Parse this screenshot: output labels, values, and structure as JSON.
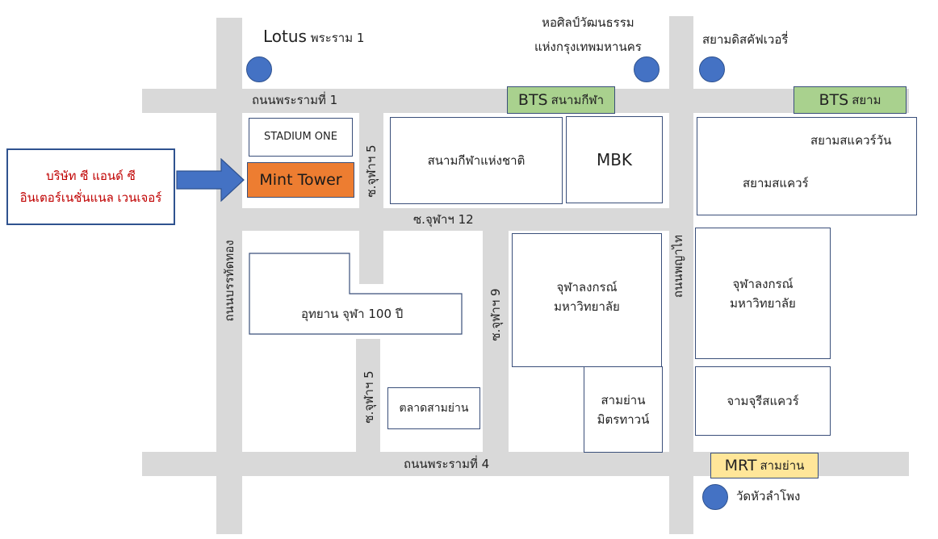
{
  "roads": {
    "rama1": "ถนนพระรามที่ 1",
    "rama4": "ถนนพระรามที่ 4",
    "soi12": "ซ.จุฬาฯ 12",
    "soi5_top": "ซ.จุฬาฯ 5",
    "soi5_bottom": "ซ.จุฬาฯ 5",
    "soi9": "ซ.จุฬาฯ 9",
    "banthat": "ถนนบรรทัดทอง",
    "phayathai": "ถนนพญาไท"
  },
  "landmarks": {
    "lotus_big": "Lotus",
    "lotus_small": "พระราม 1",
    "art_center_line1": "หอศิลป์วัฒนธรรม",
    "art_center_line2": "แห่งกรุงเทพมหานคร",
    "siam_discovery": "สยามดิสคัฟเวอรี่",
    "wat_hua_lamphong": "วัดหัวลำโพง"
  },
  "stations": {
    "bts_stadium": {
      "big": "BTS",
      "small": "สนามกีฬา",
      "color": "#a9d18e"
    },
    "bts_siam": {
      "big": "BTS",
      "small": "สยาม",
      "color": "#a9d18e"
    },
    "mrt_samyan": {
      "big": "MRT",
      "small": "สามย่าน",
      "color": "#ffe699"
    }
  },
  "buildings": {
    "stadium_one": "STADIUM ONE",
    "mint_tower": "Mint Tower",
    "national_stadium": "สนามกีฬาแห่งชาติ",
    "mbk": "MBK",
    "siam_square_one": "สยามสแควร์วัน",
    "siam_square": "สยามสแควร์",
    "centenary_park": "อุทยาน จุฬา 100 ปี",
    "chula_mid_line1": "จุฬาลงกรณ์",
    "chula_mid_line2": "มหาวิทยาลัย",
    "chula_right_line1": "จุฬาลงกรณ์",
    "chula_right_line2": "มหาวิทยาลัย",
    "samyan_market": "ตลาดสามย่าน",
    "samyan_mitrtown_line1": "สามย่าน",
    "samyan_mitrtown_line2": "มิตรทาวน์",
    "chamchuri_square": "จามจุรีสแควร์"
  },
  "callout": {
    "line1": "บริษัท ซี แอนด์ ซี",
    "line2": "อินเตอร์เนชั่นแนล เวนเจอร์"
  },
  "colors": {
    "road": "#d9d9d9",
    "dot": "#4472c4",
    "mint_tower": "#ed7d31",
    "callout_text": "#c00000",
    "arrow": "#4472c4"
  }
}
